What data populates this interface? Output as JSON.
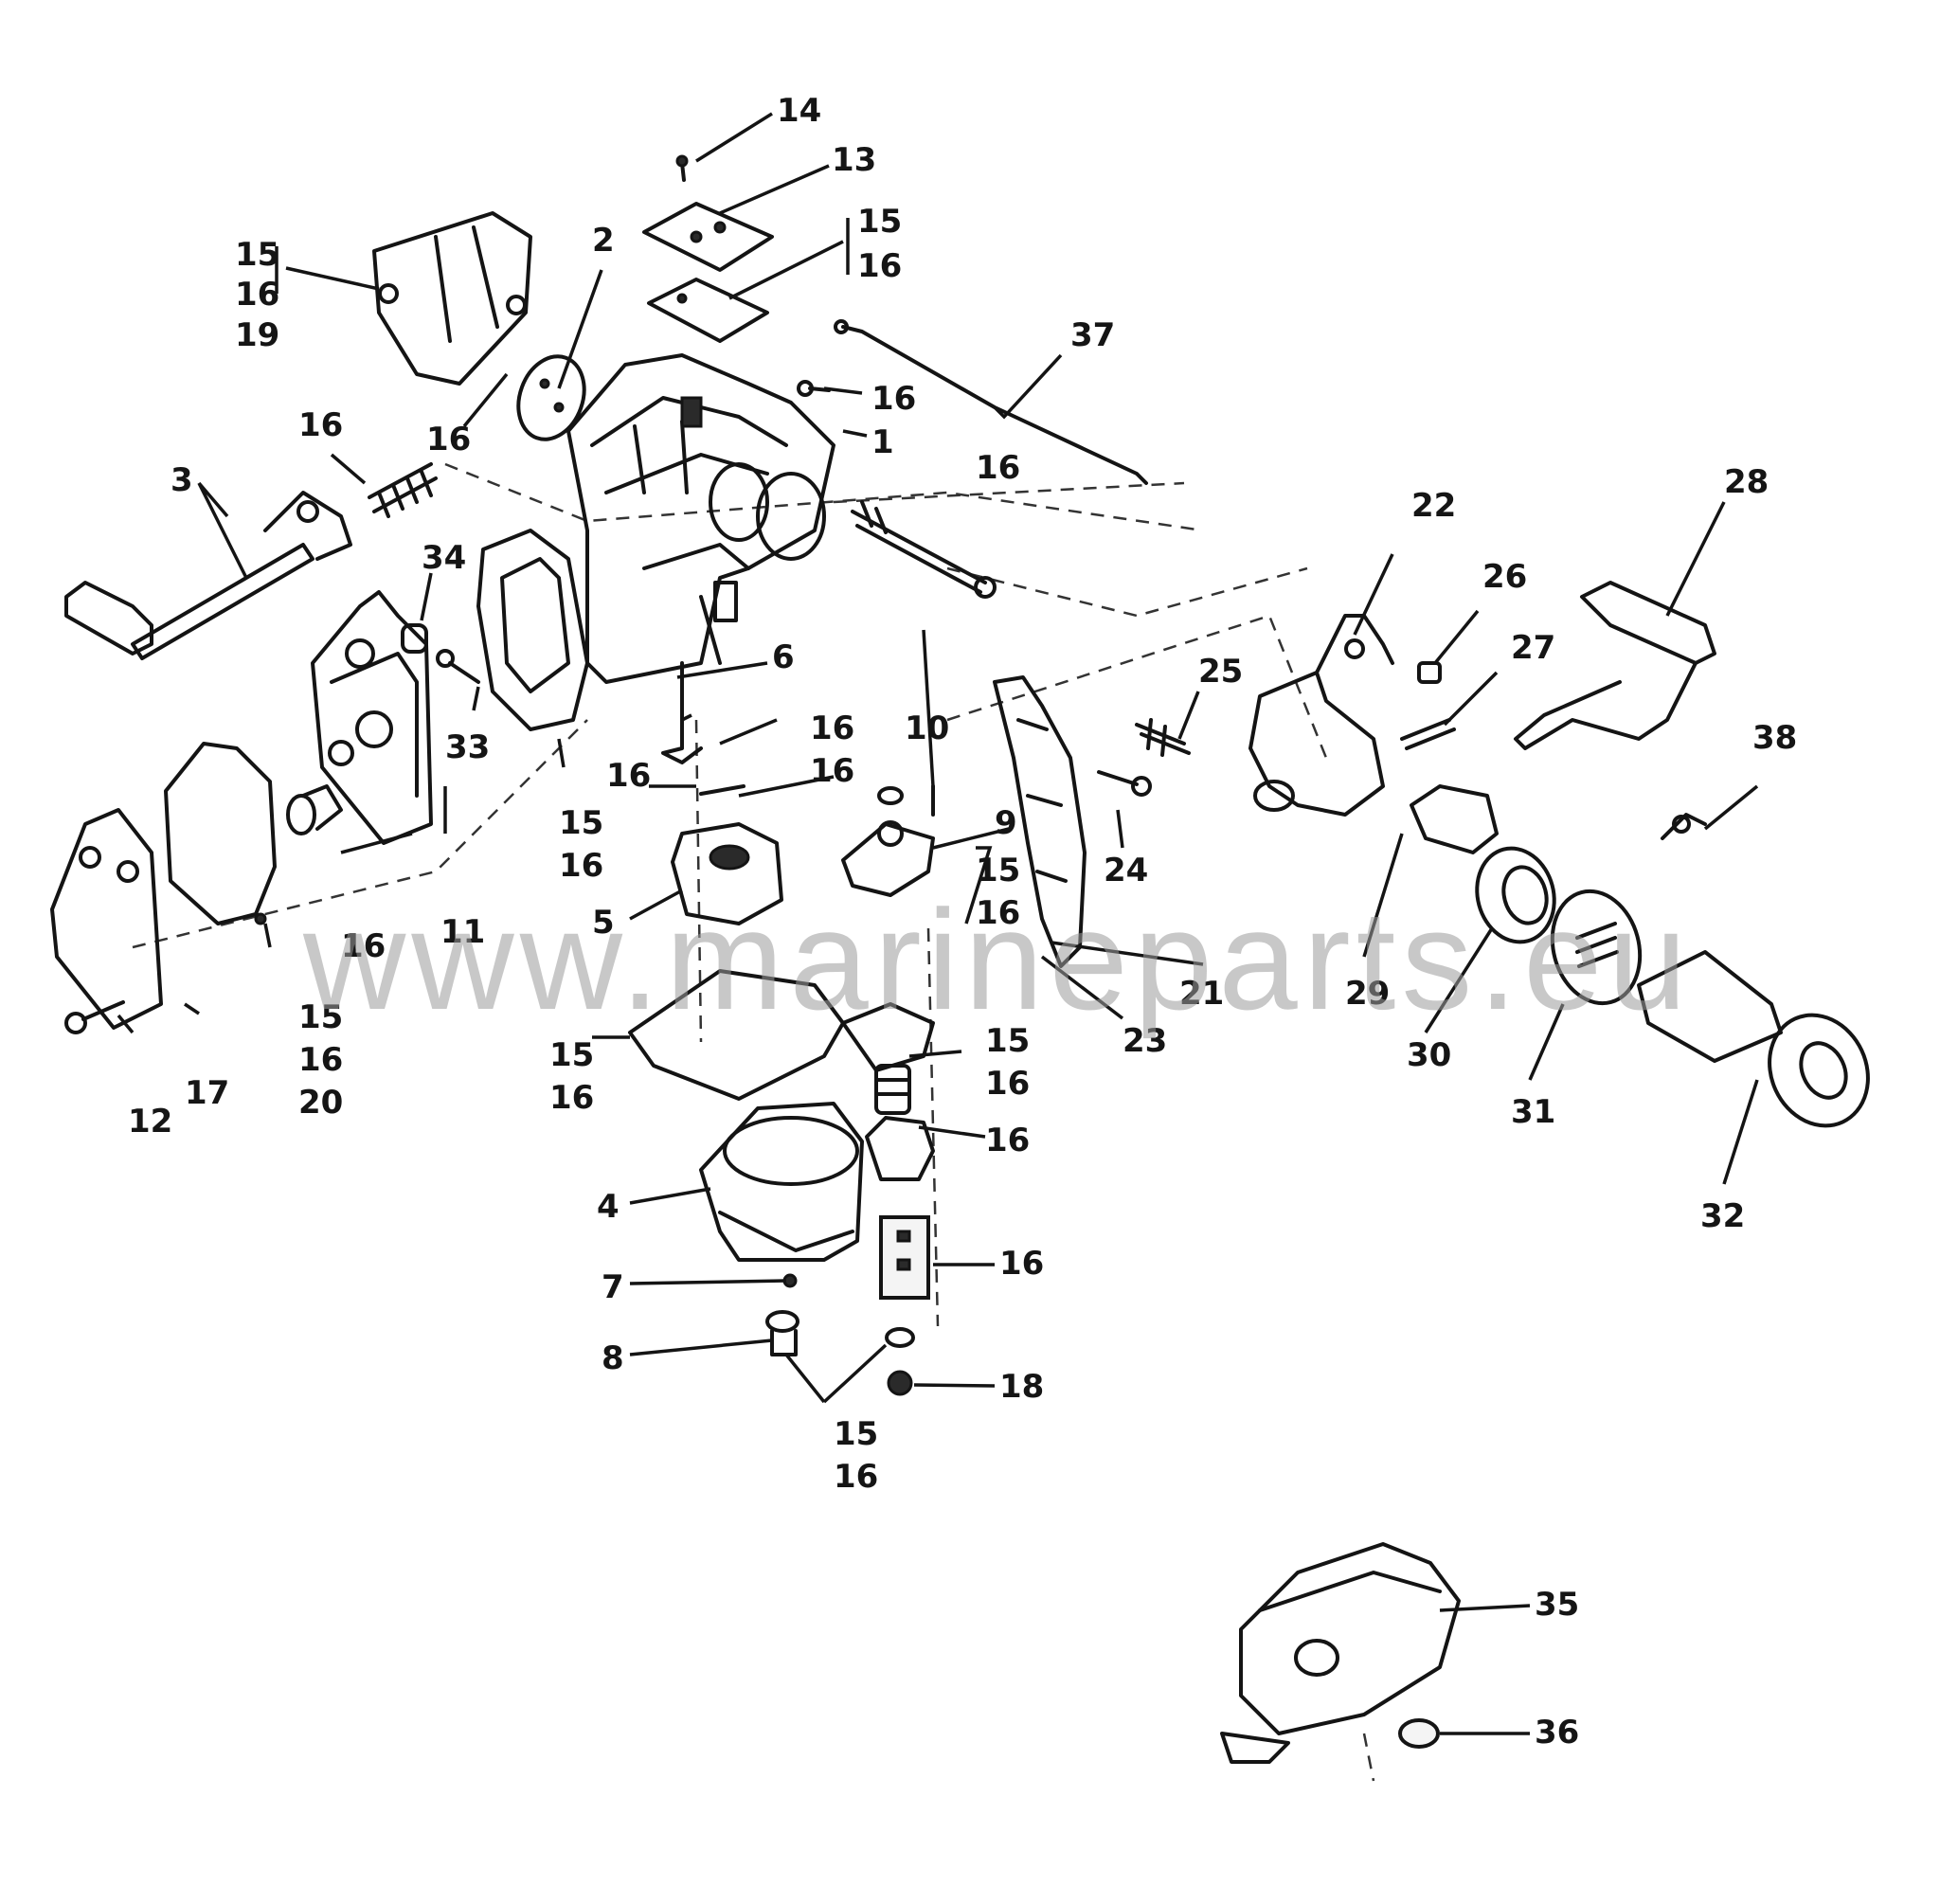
{
  "watermark": "www.marineparts.eu",
  "callouts": {
    "c1": "1",
    "c2": "2",
    "c3": "3",
    "c4": "4",
    "c5": "5",
    "c6": "6",
    "c7": "7",
    "c8": "8",
    "c9": "9",
    "c10": "10",
    "c11": "11",
    "c12": "12",
    "c13": "13",
    "c14": "14",
    "c15": "15",
    "c16": "16",
    "c17": "17",
    "c18": "18",
    "c19": "19",
    "c20": "20",
    "c21": "21",
    "c22": "22",
    "c23": "23",
    "c24": "24",
    "c25": "25",
    "c26": "26",
    "c27": "27",
    "c28": "28",
    "c29": "29",
    "c30": "30",
    "c31": "31",
    "c32": "32",
    "c33": "33",
    "c34": "34",
    "c35": "35",
    "c36": "36",
    "c37": "37",
    "c38": "38"
  }
}
